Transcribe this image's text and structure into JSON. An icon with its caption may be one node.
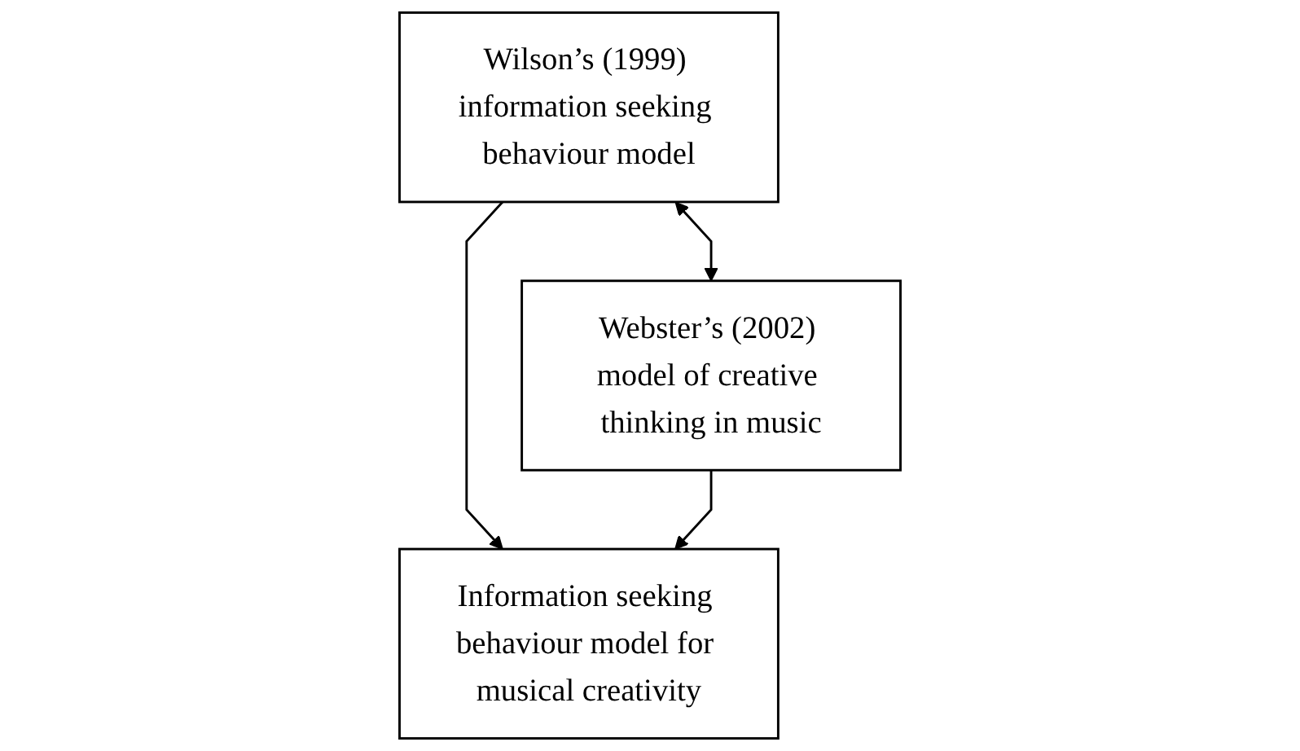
{
  "diagram": {
    "nodes": [
      {
        "text": [
          "Wilson’s (1999) information seeking behaviour model"
        ]
      },
      {
        "text": [
          "Webster’s (2002) model of creative thinking in music"
        ]
      },
      {
        "text": [
          "Information seeking behaviour model for musical creativity"
        ]
      }
    ],
    "edges": [
      {
        "from": 0,
        "to": 1,
        "arrow": "both"
      },
      {
        "from": 0,
        "to": 2,
        "arrow": "to"
      },
      {
        "from": 1,
        "to": 2,
        "arrow": "to"
      }
    ]
  }
}
